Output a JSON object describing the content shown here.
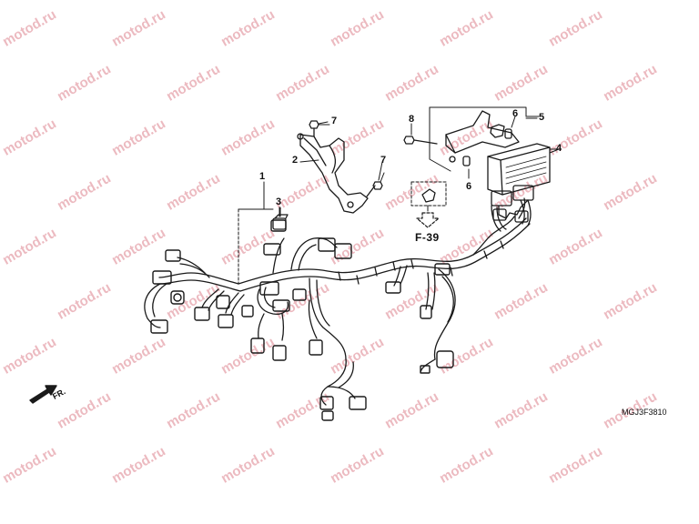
{
  "watermark": {
    "text": "motod.ru",
    "color": "#e9aeb6"
  },
  "callouts": [
    {
      "id": "1",
      "label": "1",
      "part": "wire-harness"
    },
    {
      "id": "2",
      "label": "2",
      "part": "bracket-stay"
    },
    {
      "id": "3",
      "label": "3",
      "part": "connector-cover"
    },
    {
      "id": "4",
      "label": "4",
      "part": "control-unit"
    },
    {
      "id": "5",
      "label": "5",
      "part": "unit-bracket"
    },
    {
      "id": "6a",
      "label": "6",
      "part": "rubber-mount"
    },
    {
      "id": "6b",
      "label": "6",
      "part": "rubber-mount"
    },
    {
      "id": "7a",
      "label": "7",
      "part": "bolt"
    },
    {
      "id": "7b",
      "label": "7",
      "part": "bolt"
    },
    {
      "id": "8",
      "label": "8",
      "part": "bolt"
    }
  ],
  "reference": {
    "label": "F-39"
  },
  "diagram_code": "MGJ3F3810",
  "front_indicator": {
    "label": "FR."
  }
}
